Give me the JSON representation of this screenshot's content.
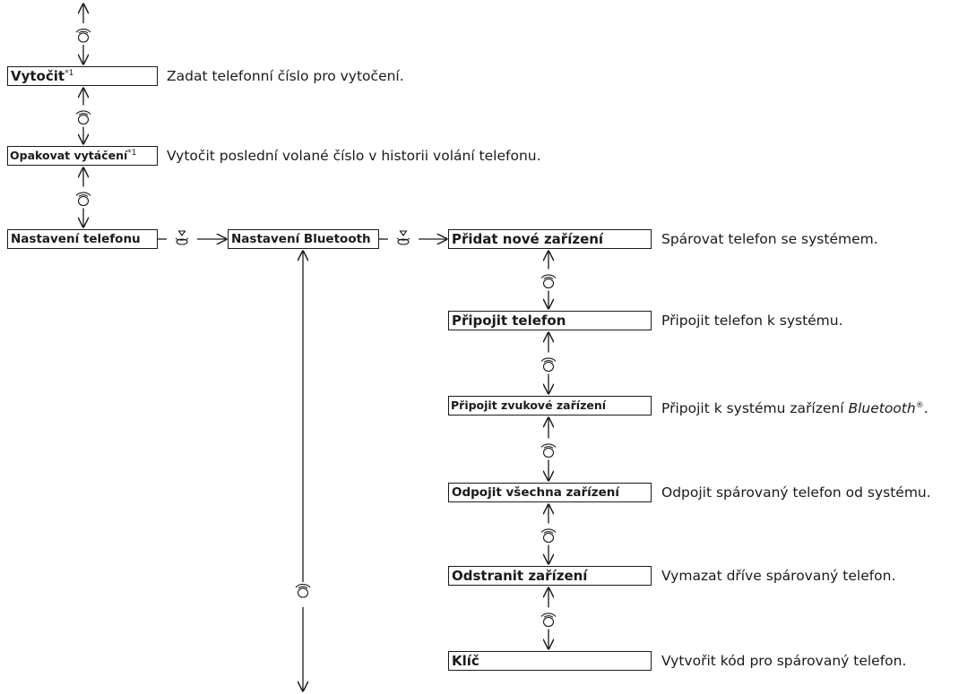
{
  "footnote_mark": "*1",
  "items": {
    "dial": {
      "label": "Vytočit",
      "desc": "Zadat telefonní číslo pro vytočení."
    },
    "redial": {
      "label": "Opakovat vytáčení",
      "desc": "Vytočit poslední volané číslo v historii volání telefonu."
    },
    "phone_settings": {
      "label": "Nastavení telefonu"
    },
    "bluetooth_settings": {
      "label": "Nastavení Bluetooth"
    },
    "add_device": {
      "label": "Přidat nové zařízení",
      "desc": "Spárovat telefon se systémem."
    },
    "connect_phone": {
      "label": "Připojit telefon",
      "desc": "Připojit telefon k systému."
    },
    "connect_audio": {
      "label": "Připojit zvukové zařízení",
      "desc_pre": "Připojit k systému zařízení ",
      "desc_brand": "Bluetooth",
      "desc_reg": "®",
      "desc_post": "."
    },
    "disconnect_all": {
      "label": "Odpojit všechna zařízení",
      "desc": "Odpojit spárovaný telefon od systému."
    },
    "remove_device": {
      "label": "Odstranit zařízení",
      "desc": "Vymazat dříve spárovaný telefon."
    },
    "key": {
      "label": "Klíč",
      "desc": "Vytvořit kód pro spárovaný telefon."
    }
  },
  "icons": {
    "rotate": "rotate-knob-icon",
    "press": "press-knob-icon"
  },
  "colors": {
    "line": "#1a1a1a",
    "background": "#ffffff"
  }
}
